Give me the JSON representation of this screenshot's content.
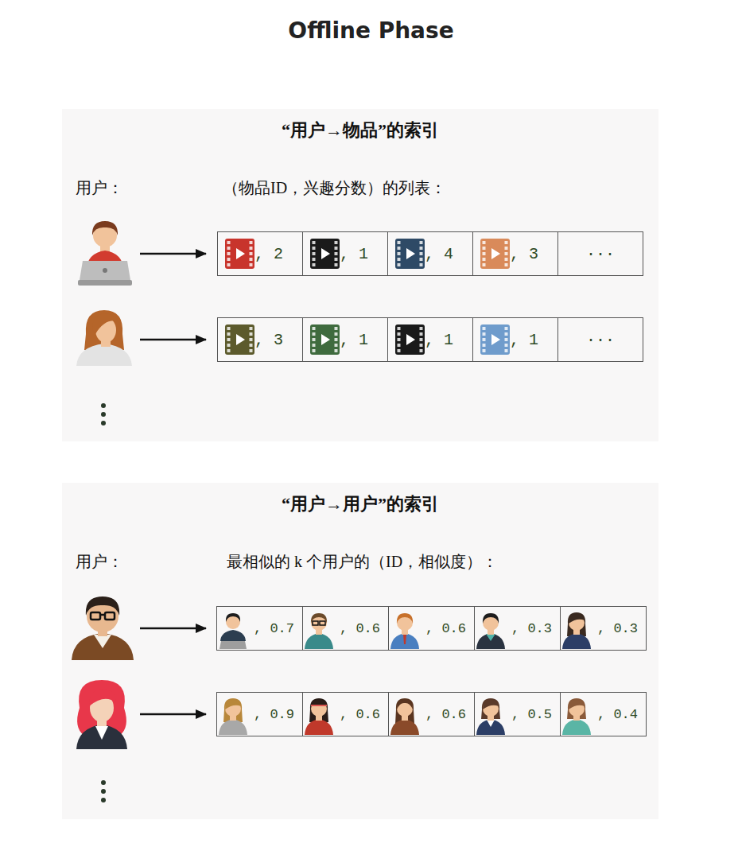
{
  "diagram": {
    "title": "Offline Phase",
    "nodes": [
      {
        "text": [
          "“用户→物品”的索引",
          "用户：",
          "（物品ID，兴趣分数）的列表："
        ]
      },
      {
        "text": [
          ", 2"
        ],
        "in": 0
      },
      {
        "text": [
          ", 1"
        ],
        "in": 0
      },
      {
        "text": [
          ", 4"
        ],
        "in": 0
      },
      {
        "text": [
          ", 3"
        ],
        "in": 0
      },
      {
        "text": [
          "···"
        ],
        "in": 0
      },
      {
        "text": [
          ", 3"
        ],
        "in": 0
      },
      {
        "text": [
          ", 1"
        ],
        "in": 0
      },
      {
        "text": [
          ", 1"
        ],
        "in": 0
      },
      {
        "text": [
          ", 1"
        ],
        "in": 0
      },
      {
        "text": [
          "···"
        ],
        "in": 0
      },
      {
        "text": [
          "“用户→用户”的索引",
          "用户：",
          "最相似的 k 个用户的（ID，相似度）："
        ]
      },
      {
        "text": [
          ", 0.7"
        ],
        "in": 11
      },
      {
        "text": [
          ", 0.6"
        ],
        "in": 11
      },
      {
        "text": [
          ", 0.6"
        ],
        "in": 11
      },
      {
        "text": [
          ", 0.3"
        ],
        "in": 11
      },
      {
        "text": [
          ", 0.3"
        ],
        "in": 11
      },
      {
        "text": [
          ", 0.9"
        ],
        "in": 11
      },
      {
        "text": [
          ", 0.6"
        ],
        "in": 11
      },
      {
        "text": [
          ", 0.6"
        ],
        "in": 11
      },
      {
        "text": [
          ", 0.5"
        ],
        "in": 11
      },
      {
        "text": [
          ", 0.4"
        ],
        "in": 11
      }
    ]
  }
}
